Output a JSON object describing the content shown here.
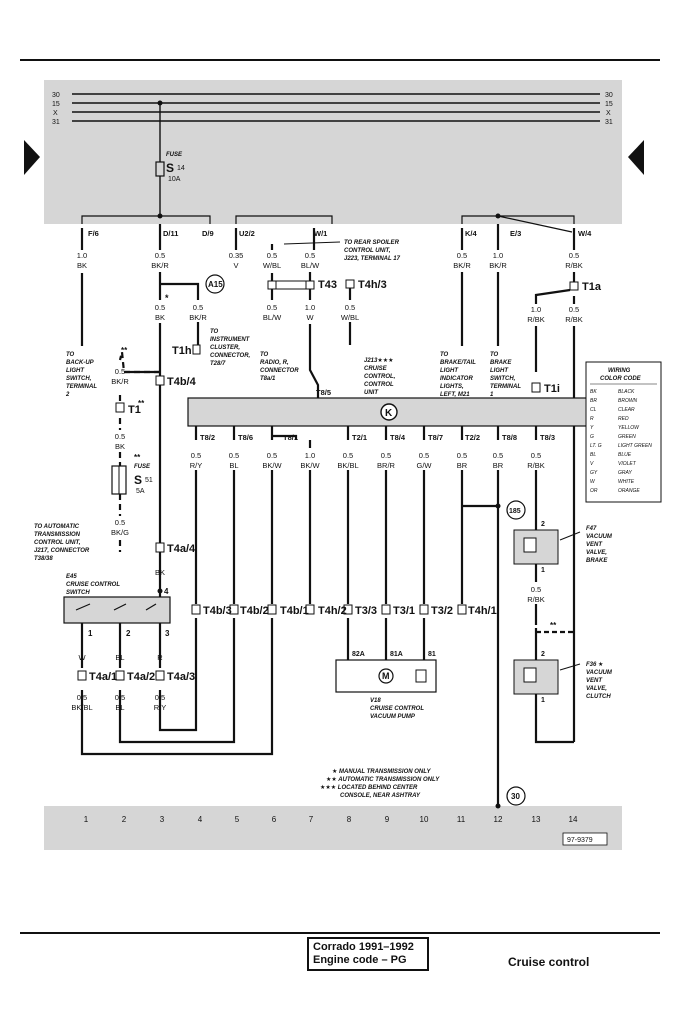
{
  "rails": {
    "left": [
      "30",
      "15",
      "X",
      "31"
    ],
    "right": [
      "30",
      "15",
      "X",
      "31"
    ]
  },
  "fuse_box": {
    "fuse_s14": {
      "label": "FUSE",
      "name": "S",
      "number": "14",
      "rating": "10A"
    },
    "terminals": [
      "F/6",
      "D/11",
      "D/9",
      "U2/2",
      "W/1",
      "K/4",
      "E/3",
      "W/4"
    ]
  },
  "wires": {
    "c1_top": [
      "1.0",
      "BK"
    ],
    "c3_top": [
      "0.5",
      "BK/R"
    ],
    "c5_top": [
      "0.35",
      "V"
    ],
    "c6_top": [
      "0.5",
      "W/BL"
    ],
    "c7_top": [
      "0.5",
      "BL/W"
    ],
    "c11_top": [
      "0.5",
      "BK/R"
    ],
    "c12_top": [
      "1.0",
      "BK/R"
    ],
    "c14_top": [
      "0.5",
      "R/BK"
    ],
    "c3_mid": [
      "0.5",
      "BK"
    ],
    "c4_mid": [
      "0.5",
      "BK/R"
    ],
    "c6_mid": [
      "0.5",
      "BL/W"
    ],
    "c7_mid": [
      "1.0",
      "W"
    ],
    "c8_mid": [
      "0.5",
      "W/BL"
    ],
    "c13_mid": [
      "1.0",
      "R/BK"
    ],
    "c14_mid": [
      "0.5",
      "R/BK"
    ],
    "c2_a": [
      "0.5",
      "BK/R"
    ],
    "c2_b": [
      "0.5",
      "BK"
    ],
    "c2_c": [
      "0.5",
      "BK/G"
    ],
    "c3_sw": "BK",
    "j213_out": [
      [
        "0.5",
        "R/Y"
      ],
      [
        "0.5",
        "BL"
      ],
      [
        "0.5",
        "BK/W"
      ],
      [
        "1.0",
        "BK/W"
      ],
      [
        "0.5",
        "BK/BL"
      ],
      [
        "0.5",
        "BR/R"
      ],
      [
        "0.5",
        "G/W"
      ],
      [
        "0.5",
        "BR"
      ],
      [
        "0.5",
        "BR"
      ],
      [
        "0.5",
        "R/BK"
      ]
    ],
    "sw_out": [
      "W",
      "BL",
      "R"
    ],
    "bottom_left": [
      [
        "0.5",
        "BK/BL"
      ],
      [
        "0.5",
        "BL"
      ],
      [
        "0.5",
        "R/Y"
      ]
    ],
    "c13_lower": [
      "0.5",
      "R/BK"
    ]
  },
  "connectors": {
    "t43": "T43",
    "t4h3": "T4h/3",
    "t1a": "T1a",
    "t1h": "T1h",
    "t4b4": "T4b/4",
    "t1": "T1",
    "t1i": "T1i",
    "t4a4": "T4a/4",
    "t4b3": "T4b/3",
    "t4b2": "T4b/2",
    "t4b1": "T4b/1",
    "t4h2": "T4h/2",
    "t3_3": "T3/3",
    "t3_1": "T3/1",
    "t3_2": "T3/2",
    "t4h1": "T4h/1",
    "t4a1": "T4a/1",
    "t4a2": "T4a/2",
    "t4a3": "T4a/3",
    "j213_pins": [
      "T8/2",
      "T8/6",
      "T8/1",
      "T2/1",
      "T8/4",
      "T8/7",
      "T2/2",
      "T8/8",
      "T8/3"
    ],
    "t8_5": "T8/5"
  },
  "markers": {
    "a15": "A15",
    "n185": "185",
    "n30": "30",
    "k": "K"
  },
  "stars": {
    "one": "*",
    "two": "**",
    "three": "***"
  },
  "notes": {
    "to_spoiler": [
      "TO REAR SPOILER",
      "CONTROL UNIT,",
      "J223, TERMINAL 17"
    ],
    "to_instrument": [
      "TO",
      "INSTRUMENT",
      "CLUSTER,",
      "CONNECTOR,",
      "T28/7"
    ],
    "to_radio": [
      "TO",
      "RADIO, R,",
      "CONNECTOR",
      "T8a/1"
    ],
    "to_backup": [
      "TO",
      "BACK-UP",
      "LIGHT",
      "SWITCH,",
      "TERMINAL",
      "2"
    ],
    "j213": [
      "J213★★★",
      "CRUISE",
      "CONTROL,",
      "CONTROL",
      "UNIT"
    ],
    "to_brake_tail": [
      "TO",
      "BRAKE/TAIL",
      "LIGHT",
      "INDICATOR",
      "LIGHTS,",
      "LEFT, M21"
    ],
    "to_brake_switch": [
      "TO",
      "BRAKE",
      "LIGHT",
      "SWITCH,",
      "TERMINAL",
      "1"
    ],
    "to_trans": [
      "TO AUTOMATIC",
      "TRANSMISSION",
      "CONTROL UNIT,",
      "J217, CONNECTOR",
      "T38/38"
    ],
    "e45": [
      "E45",
      "CRUISE CONTROL",
      "SWITCH"
    ],
    "fuse_s51": {
      "label": "FUSE",
      "name": "S",
      "number": "51",
      "rating": "5A"
    },
    "f47": [
      "F47",
      "VACUUM",
      "VENT",
      "VALVE,",
      "BRAKE"
    ],
    "f36": [
      "F36 ★",
      "VACUUM",
      "VENT",
      "VALVE,",
      "CLUTCH"
    ],
    "v18": [
      "V18",
      "CRUISE CONTROL",
      "VACUUM PUMP"
    ],
    "v18_pins": [
      "82A",
      "81A",
      "81"
    ],
    "e45_pins": [
      "4",
      "1",
      "2",
      "3"
    ],
    "f_pins": [
      "2",
      "1",
      "2",
      "1"
    ],
    "legend_notes": [
      "★ MANUAL TRANSMISSION ONLY",
      "★★ AUTOMATIC TRANSMISSION ONLY",
      "★★★ LOCATED BEHIND CENTER",
      "CONSOLE, NEAR ASHTRAY"
    ]
  },
  "wiring_color_code": {
    "title": [
      "WIRING",
      "COLOR CODE"
    ],
    "entries": [
      [
        "BK",
        "BLACK"
      ],
      [
        "BR",
        "BROWN"
      ],
      [
        "CL",
        "CLEAR"
      ],
      [
        "R",
        "RED"
      ],
      [
        "Y",
        "YELLOW"
      ],
      [
        "G",
        "GREEN"
      ],
      [
        "LT. G",
        "LIGHT GREEN"
      ],
      [
        "BL",
        "BLUE"
      ],
      [
        "V",
        "VIOLET"
      ],
      [
        "GY",
        "GRAY"
      ],
      [
        "W",
        "WHITE"
      ],
      [
        "OR",
        "ORANGE"
      ]
    ]
  },
  "bottom_numbers": [
    "1",
    "2",
    "3",
    "4",
    "5",
    "6",
    "7",
    "8",
    "9",
    "10",
    "11",
    "12",
    "13",
    "14"
  ],
  "figure_id": "97-9379",
  "footer": {
    "model": "Corrado 1991–1992",
    "engine": "Engine code – PG",
    "title": "Cruise control"
  },
  "colors": {
    "shade": "#d6d6d6",
    "ink": "#111111"
  }
}
